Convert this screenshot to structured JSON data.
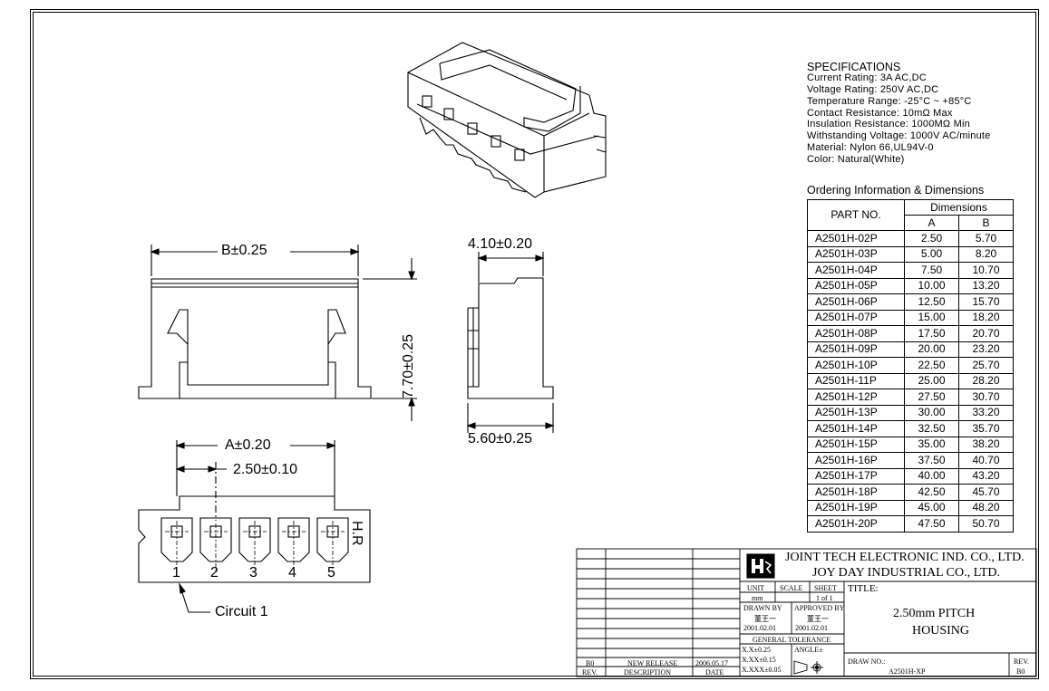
{
  "specifications": {
    "title": "SPECIFICATIONS",
    "lines": [
      "Current Rating: 3A AC,DC",
      "Voltage Rating: 250V AC,DC",
      "Temperature Range: -25°C ~ +85°C",
      "Contact Resistance: 10mΩ Max",
      "Insulation Resistance: 1000MΩ Min",
      "Withstanding Voltage: 1000V AC/minute",
      "Material: Nylon 66,UL94V-0",
      "Color: Natural(White)"
    ]
  },
  "ordering": {
    "title": "Ordering Information & Dimensions",
    "col_part": "PART NO.",
    "col_dims": "Dimensions",
    "col_a": "A",
    "col_b": "B",
    "rows": [
      [
        "A2501H-02P",
        "2.50",
        "5.70"
      ],
      [
        "A2501H-03P",
        "5.00",
        "8.20"
      ],
      [
        "A2501H-04P",
        "7.50",
        "10.70"
      ],
      [
        "A2501H-05P",
        "10.00",
        "13.20"
      ],
      [
        "A2501H-06P",
        "12.50",
        "15.70"
      ],
      [
        "A2501H-07P",
        "15.00",
        "18.20"
      ],
      [
        "A2501H-08P",
        "17.50",
        "20.70"
      ],
      [
        "A2501H-09P",
        "20.00",
        "23.20"
      ],
      [
        "A2501H-10P",
        "22.50",
        "25.70"
      ],
      [
        "A2501H-11P",
        "25.00",
        "28.20"
      ],
      [
        "A2501H-12P",
        "27.50",
        "30.70"
      ],
      [
        "A2501H-13P",
        "30.00",
        "33.20"
      ],
      [
        "A2501H-14P",
        "32.50",
        "35.70"
      ],
      [
        "A2501H-15P",
        "35.00",
        "38.20"
      ],
      [
        "A2501H-16P",
        "37.50",
        "40.70"
      ],
      [
        "A2501H-17P",
        "40.00",
        "43.20"
      ],
      [
        "A2501H-18P",
        "42.50",
        "45.70"
      ],
      [
        "A2501H-19P",
        "45.00",
        "48.20"
      ],
      [
        "A2501H-20P",
        "47.50",
        "50.70"
      ]
    ]
  },
  "dims": {
    "b_width": "B±0.25",
    "height": "7.70±0.25",
    "side_top": "4.10±0.20",
    "side_bottom": "5.60±0.25",
    "a_width": "A±0.20",
    "pitch": "2.50±0.10",
    "marking": "H.R",
    "circuit_label": "Circuit 1",
    "circuits": [
      "1",
      "2",
      "3",
      "4",
      "5"
    ]
  },
  "title_block": {
    "company1": "JOINT TECH ELECTRONIC IND. CO., LTD.",
    "company2": "JOY DAY INDUSTRIAL CO., LTD.",
    "unit_label": "UNIT",
    "scale_label": "SCALE",
    "sheet_label": "SHEET",
    "unit_value": "mm",
    "sheet_value": "1 of 1",
    "title_label": "TITLE:",
    "title_line1": "2.50mm PITCH",
    "title_line2": "HOUSING",
    "drawn_by_label": "DRAWN BY",
    "approved_by_label": "APPROVED BY",
    "drawn_by": "董王一",
    "approved_by": "董王一",
    "drawn_date": "2001.02.01",
    "approved_date": "2001.02.01",
    "general_tolerance": "GENERAL TOLERANCE",
    "tol1": "X.X±0.25",
    "tol2": "X.XX±0.15",
    "tol3": "X.XXX±0.05",
    "angle_label": "ANGLE±",
    "draw_no_label": "DRAW NO.:",
    "draw_no": "A2501H-XP",
    "rev_label": "REV.",
    "rev_value": "B0",
    "rev_col": "REV.",
    "desc_col": "DESCRIPTION",
    "date_col": "DATE",
    "rev_entry": "B0",
    "desc_entry": "NEW RELEASE",
    "date_entry": "2006.05.17"
  }
}
